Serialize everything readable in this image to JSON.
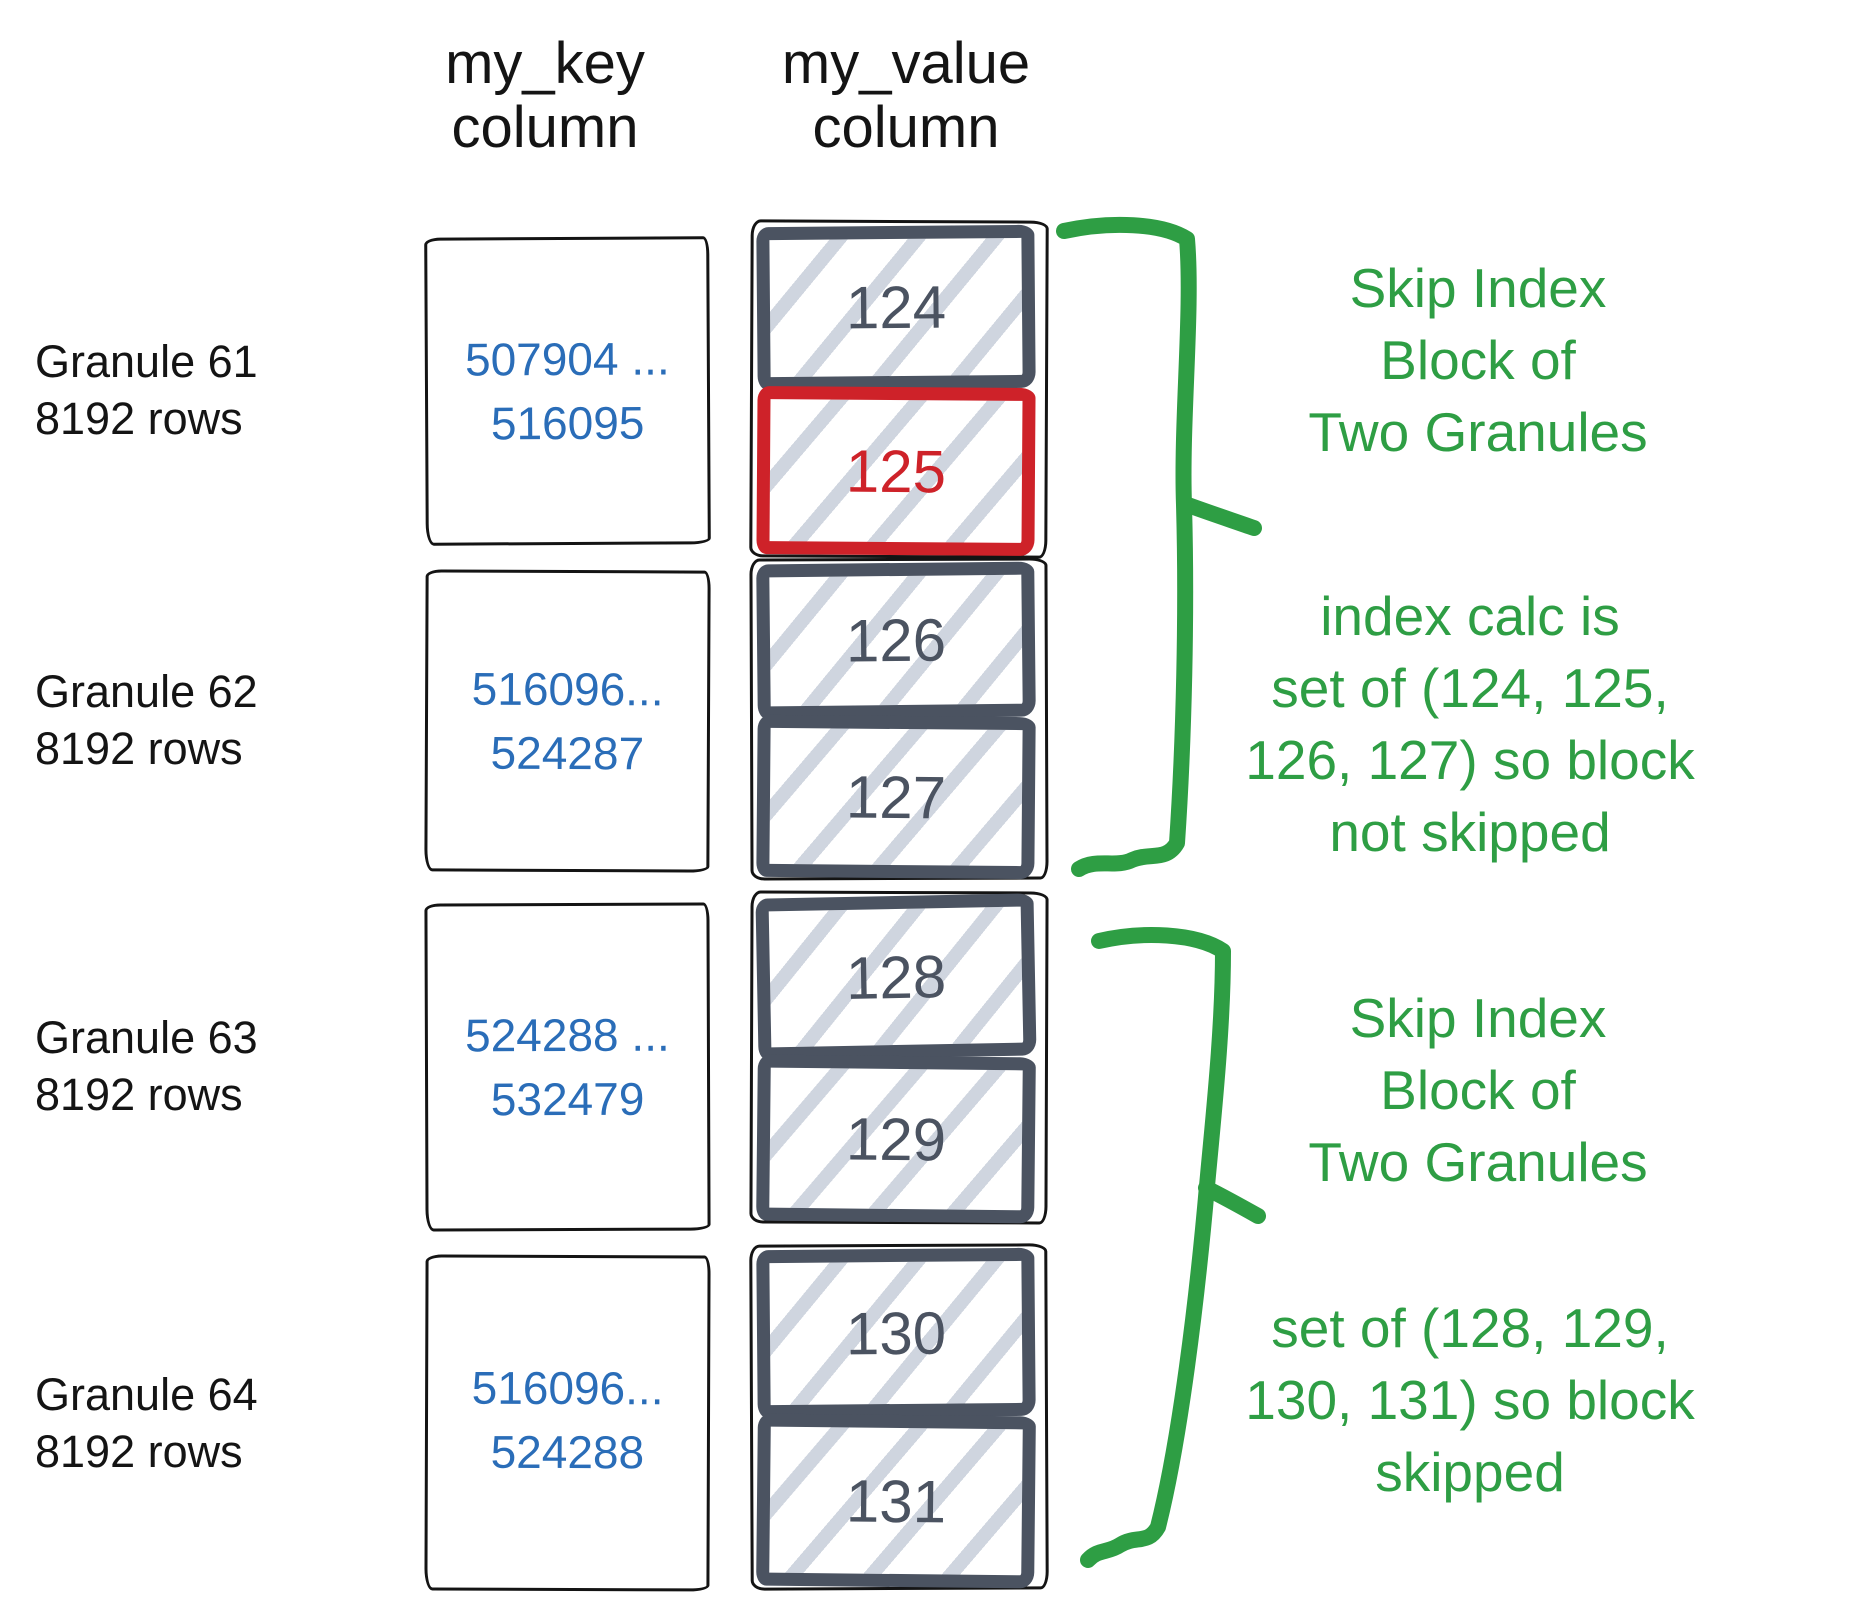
{
  "header": {
    "key": [
      "my_key",
      "column"
    ],
    "value": [
      "my_value",
      "column"
    ]
  },
  "granules": [
    {
      "label": [
        "Granule 61",
        "8192 rows"
      ],
      "key": [
        "507904 ...",
        "516095"
      ],
      "blocks": [
        {
          "value": "124",
          "highlighted": false
        },
        {
          "value": "125",
          "highlighted": true
        }
      ]
    },
    {
      "label": [
        "Granule 62",
        "8192 rows"
      ],
      "key": [
        "516096...",
        "524287"
      ],
      "blocks": [
        {
          "value": "126",
          "highlighted": false
        },
        {
          "value": "127",
          "highlighted": false
        }
      ]
    },
    {
      "label": [
        "Granule 63",
        "8192 rows"
      ],
      "key": [
        "524288 ...",
        "532479"
      ],
      "blocks": [
        {
          "value": "128",
          "highlighted": false
        },
        {
          "value": "129",
          "highlighted": false
        }
      ]
    },
    {
      "label": [
        "Granule 64",
        "8192 rows"
      ],
      "key": [
        "516096...",
        "524288"
      ],
      "blocks": [
        {
          "value": "130",
          "highlighted": false
        },
        {
          "value": "131",
          "highlighted": false
        }
      ]
    }
  ],
  "annotations": [
    {
      "lines": [
        "Skip Index",
        "Block of",
        "Two Granules"
      ]
    },
    {
      "lines": [
        "index calc is",
        "set of (124, 125,",
        "126, 127) so block",
        "not skipped"
      ]
    },
    {
      "lines": [
        "Skip Index",
        "Block of",
        "Two Granules"
      ]
    },
    {
      "lines": [
        "set of (128, 129,",
        "130, 131) so block",
        "skipped"
      ]
    }
  ],
  "colors": {
    "annotation_green": "#2E9E44",
    "key_blue": "#2A6DB8",
    "highlight_red": "#CE2229",
    "block_gray": "#4B5361",
    "hatch_gray": "#CFD5DF",
    "ink_black": "#141414"
  }
}
